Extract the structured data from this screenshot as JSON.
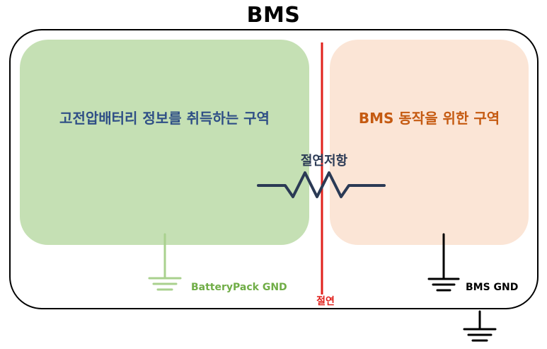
{
  "title": "BMS",
  "zones": {
    "left": {
      "label": "고전압배터리 정보를 취득하는 구역",
      "color": "#c5e0b4"
    },
    "right": {
      "label": "BMS 동작을 위한 구역",
      "color": "#fbe5d6"
    }
  },
  "resistor": {
    "label": "절연저항",
    "icon": "resistor-icon"
  },
  "insulation": {
    "label": "절연",
    "color": "#e0201b"
  },
  "grounds": {
    "battery": {
      "label": "BatteryPack GND",
      "color": "#70ad47",
      "icon": "ground-icon"
    },
    "bms": {
      "label": "BMS GND",
      "color": "#000000",
      "icon": "ground-icon"
    },
    "chassis": {
      "icon": "ground-icon"
    }
  }
}
